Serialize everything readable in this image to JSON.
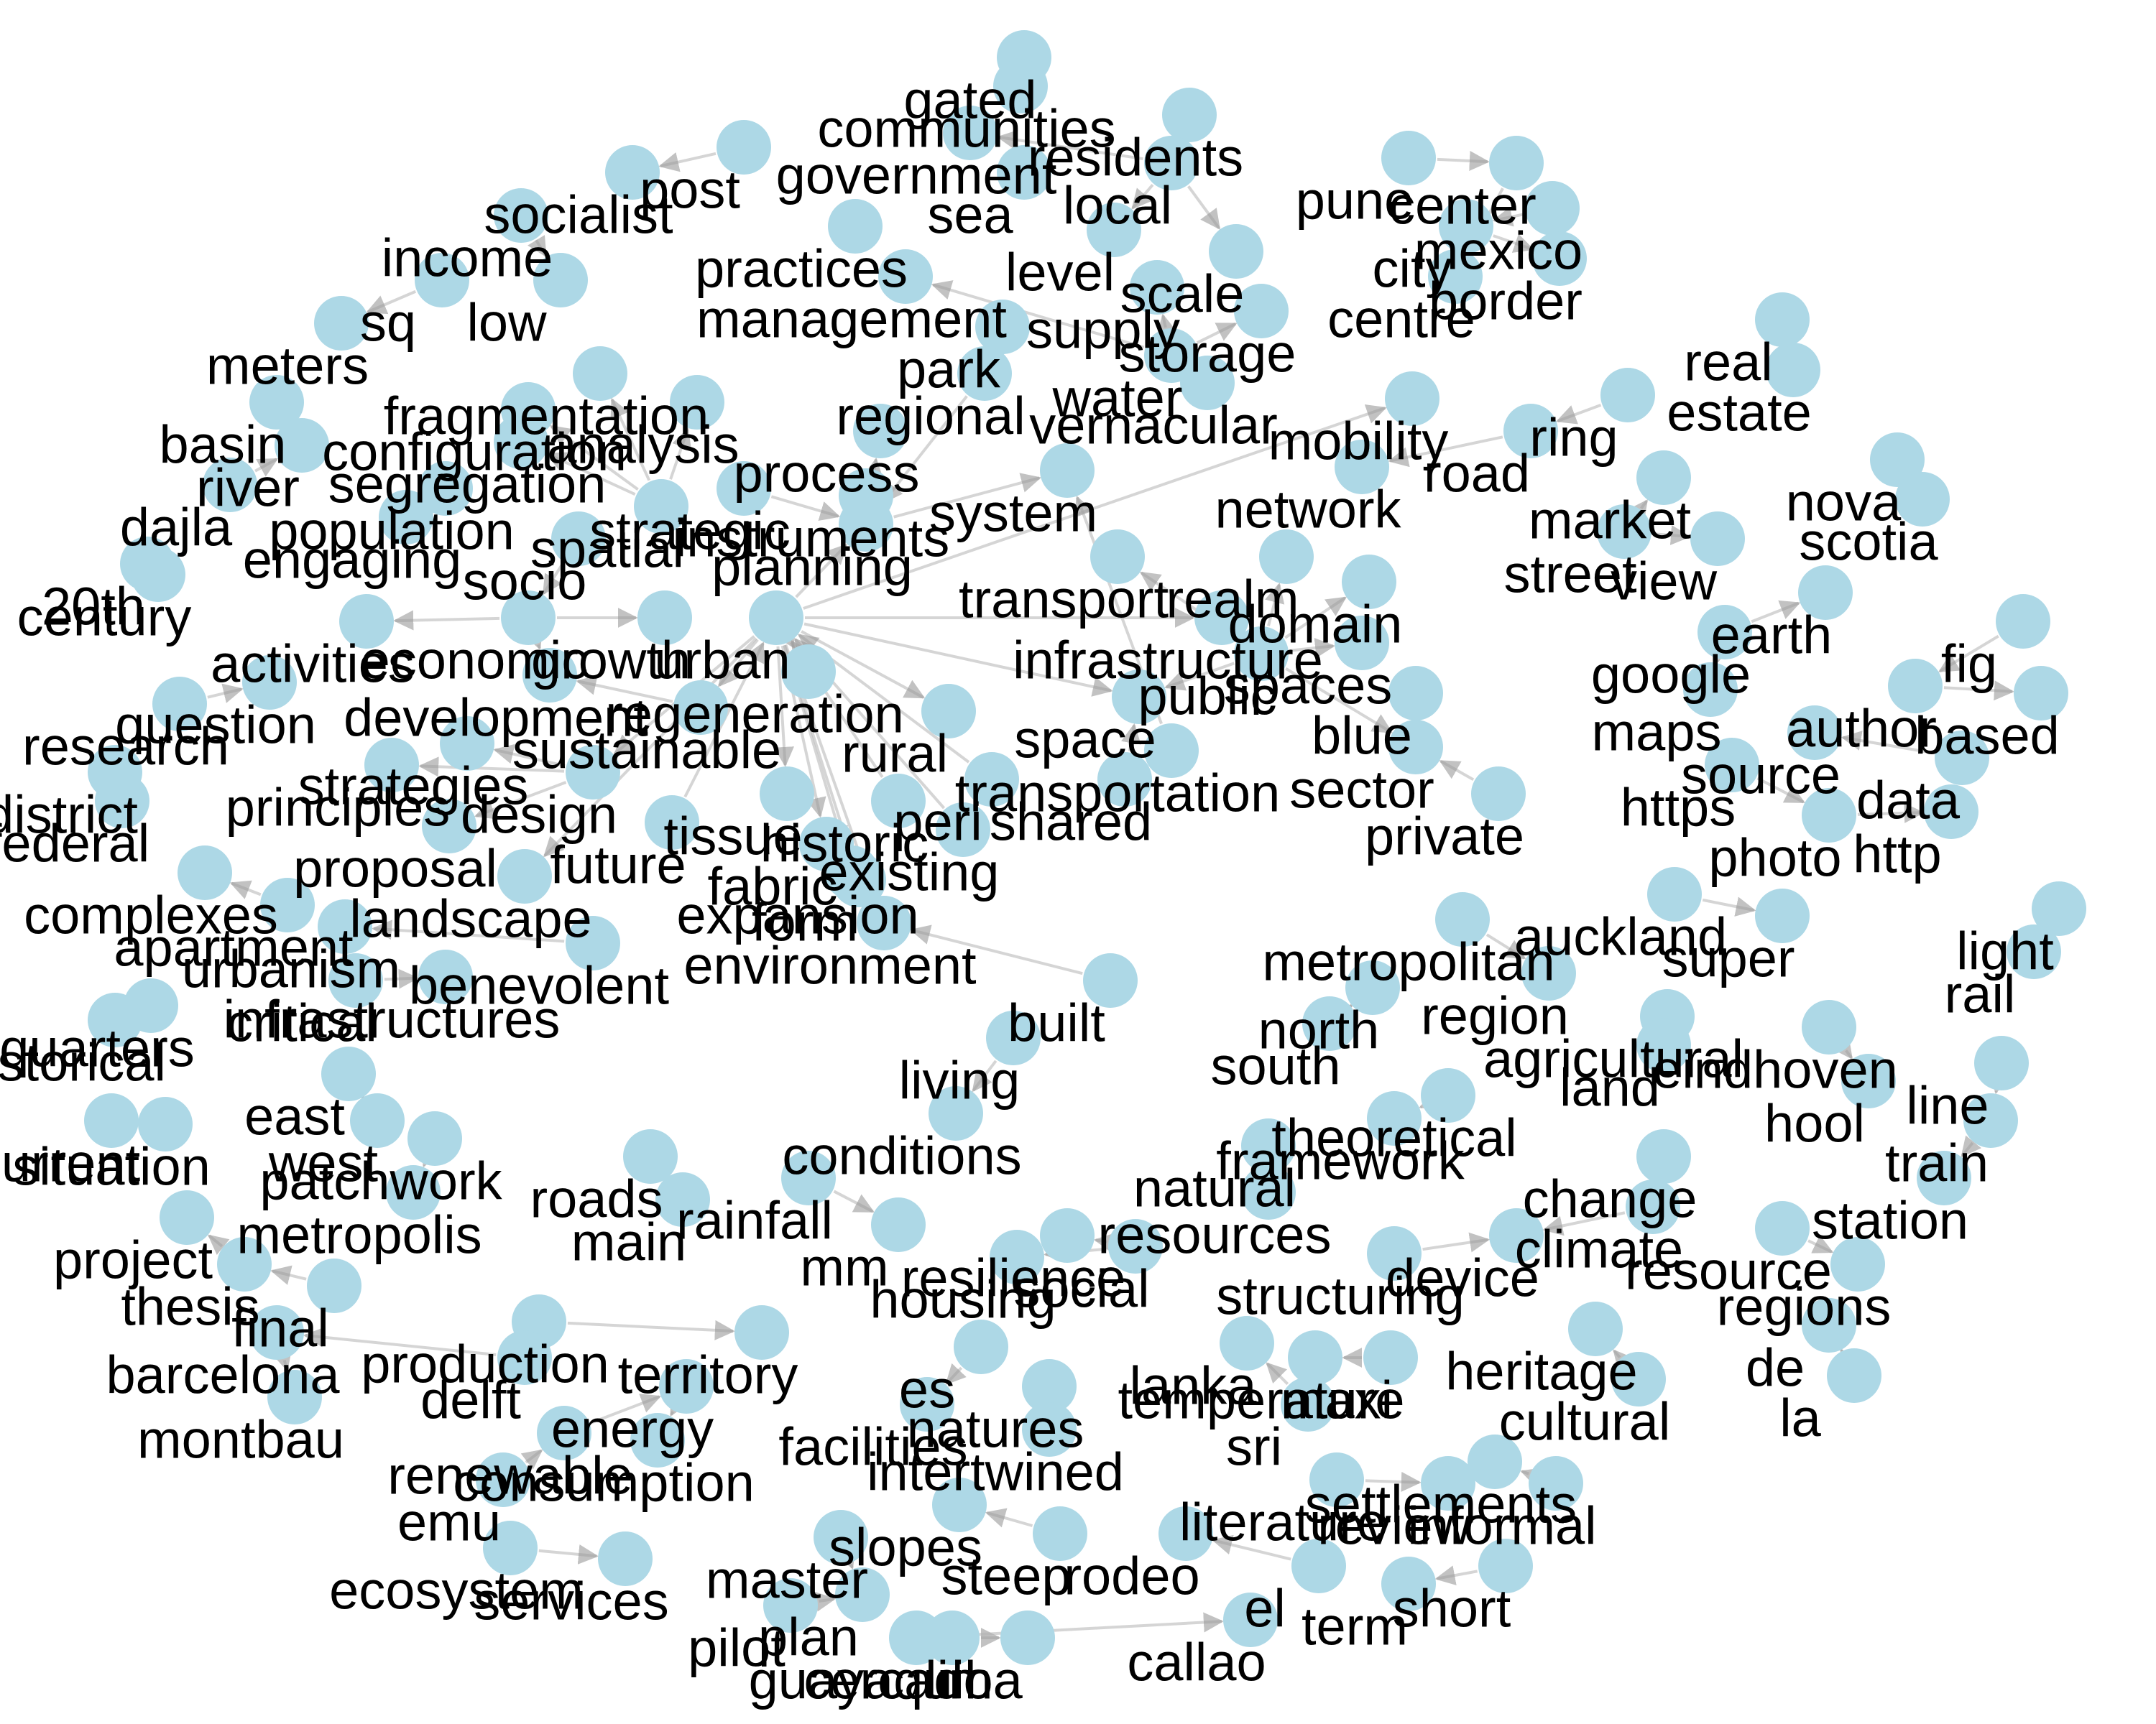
{
  "colors": {
    "background": "#ffffff",
    "node": "#add8e6",
    "edge": "#b3b3b3",
    "arrow": "#9a9a9a",
    "label": "#000000"
  },
  "chart_data": {
    "type": "network",
    "directed": true,
    "nodes": [
      "gated",
      "communities",
      "residents",
      "post",
      "government",
      "local",
      "sea",
      "socialist",
      "pune",
      "center",
      "mexico",
      "city",
      "border",
      "centre",
      "income",
      "practices",
      "level",
      "scale",
      "sq",
      "low",
      "management",
      "supply",
      "storage",
      "real",
      "estate",
      "meters",
      "park",
      "regional",
      "water",
      "vernacular",
      "mobility",
      "ring",
      "road",
      "basin",
      "fragmentation",
      "configuration",
      "analysis",
      "process",
      "river",
      "segregation",
      "nova",
      "scotia",
      "market",
      "dajla",
      "population",
      "strategic",
      "system",
      "instruments",
      "network",
      "engaging",
      "spatial",
      "planning",
      "socio",
      "street",
      "view",
      "20th",
      "century",
      "transport",
      "realm",
      "domain",
      "earth",
      "activities",
      "economic",
      "growth",
      "infrastructure",
      "google",
      "fig",
      "urban",
      "public",
      "spaces",
      "question",
      "research",
      "development",
      "regeneration",
      "author",
      "maps",
      "based",
      "blue",
      "sustainable",
      "space",
      "rural",
      "source",
      "district",
      "principles",
      "strategies",
      "design",
      "transportation",
      "sector",
      "data",
      "https",
      "federal",
      "tissue",
      "historic",
      "peri",
      "shared",
      "private",
      "photo",
      "http",
      "proposal",
      "future",
      "fabric",
      "existing",
      "complexes",
      "landscape",
      "expansion",
      "form",
      "apartment",
      "auckland",
      "metropolitan",
      "super",
      "light",
      "rail",
      "urbanism",
      "benevolent",
      "environment",
      "infrastructures",
      "critical",
      "built",
      "region",
      "north",
      "quarters",
      "historical",
      "south",
      "agricultural",
      "land",
      "eindhoven",
      "living",
      "east",
      "hool",
      "line",
      "theoretical",
      "framework",
      "conditions",
      "current",
      "situation",
      "west",
      "patchwork",
      "natural",
      "train",
      "roads",
      "main",
      "rainfall",
      "change",
      "station",
      "metropolis",
      "resources",
      "climate",
      "project",
      "mm",
      "resilience",
      "social",
      "housing",
      "device",
      "resource",
      "structuring",
      "thesis",
      "final",
      "regions",
      "production",
      "barcelona",
      "delft",
      "territory",
      "heritage",
      "de",
      "la",
      "es",
      "lanka",
      "temperature",
      "cultural",
      "maxi",
      "montbau",
      "energy",
      "natures",
      "facilities",
      "sri",
      "renewable",
      "consumption",
      "intertwined",
      "emu",
      "settlements",
      "literature",
      "review",
      "informal",
      "slopes",
      "master",
      "ecosystem",
      "services",
      "steep",
      "rodeo",
      "plan",
      "el",
      "pilot",
      "short",
      "term",
      "guayaquil",
      "callao",
      "cercado",
      "lima"
    ],
    "edges": [
      [
        "gated",
        "communities"
      ],
      [
        "post",
        "socialist"
      ],
      [
        "mexico",
        "city"
      ],
      [
        "city",
        "border"
      ],
      [
        "pune",
        "center"
      ],
      [
        "center",
        "centre"
      ],
      [
        "income",
        "low"
      ],
      [
        "sq",
        "meters"
      ],
      [
        "water",
        "supply"
      ],
      [
        "water",
        "storage"
      ],
      [
        "water",
        "management"
      ],
      [
        "local",
        "scale"
      ],
      [
        "local",
        "level"
      ],
      [
        "local",
        "government"
      ],
      [
        "real",
        "estate"
      ],
      [
        "ring",
        "road"
      ],
      [
        "road",
        "network"
      ],
      [
        "river",
        "basin"
      ],
      [
        "dajla",
        "river"
      ],
      [
        "spatial",
        "fragmentation"
      ],
      [
        "spatial",
        "configuration"
      ],
      [
        "spatial",
        "analysis"
      ],
      [
        "spatial",
        "segregation"
      ],
      [
        "planning",
        "process"
      ],
      [
        "planning",
        "system"
      ],
      [
        "planning",
        "instruments"
      ],
      [
        "strategic",
        "planning"
      ],
      [
        "regional",
        "planning"
      ],
      [
        "urban",
        "planning"
      ],
      [
        "nova",
        "scotia"
      ],
      [
        "street",
        "view"
      ],
      [
        "street",
        "market"
      ],
      [
        "20th",
        "century"
      ],
      [
        "public",
        "realm"
      ],
      [
        "public",
        "domain"
      ],
      [
        "public",
        "spaces"
      ],
      [
        "public",
        "space"
      ],
      [
        "public",
        "transport"
      ],
      [
        "public",
        "sector"
      ],
      [
        "public",
        "infrastructure"
      ],
      [
        "private",
        "sector"
      ],
      [
        "google",
        "earth"
      ],
      [
        "google",
        "maps"
      ],
      [
        "economic",
        "growth"
      ],
      [
        "economic",
        "activities"
      ],
      [
        "economic",
        "development"
      ],
      [
        "urban",
        "regeneration"
      ],
      [
        "urban",
        "infrastructure"
      ],
      [
        "urban",
        "tissue"
      ],
      [
        "urban",
        "fabric"
      ],
      [
        "urban",
        "expansion"
      ],
      [
        "urban",
        "form"
      ],
      [
        "urban",
        "design"
      ],
      [
        "urban",
        "landscape"
      ],
      [
        "urban",
        "environment"
      ],
      [
        "urban",
        "space"
      ],
      [
        "urban",
        "rural"
      ],
      [
        "urban",
        "sustainable"
      ],
      [
        "socio",
        "economic"
      ],
      [
        "sustainable",
        "development"
      ],
      [
        "research",
        "question"
      ],
      [
        "design",
        "principles"
      ],
      [
        "design",
        "strategies"
      ],
      [
        "design",
        "proposal"
      ],
      [
        "shared",
        "space"
      ],
      [
        "peri",
        "urban"
      ],
      [
        "historic",
        "urban"
      ],
      [
        "existing",
        "urban"
      ],
      [
        "future",
        "urban"
      ],
      [
        "built",
        "environment"
      ],
      [
        "living",
        "conditions"
      ],
      [
        "benevolent",
        "urbanism"
      ],
      [
        "critical",
        "infrastructures"
      ],
      [
        "apartment",
        "complexes"
      ],
      [
        "data",
        "source"
      ],
      [
        "author",
        "based"
      ],
      [
        "fig",
        "author"
      ],
      [
        "photo",
        "http"
      ],
      [
        "https",
        "photo"
      ],
      [
        "auckland",
        "super"
      ],
      [
        "metropolitan",
        "region"
      ],
      [
        "light",
        "rail"
      ],
      [
        "north",
        "south"
      ],
      [
        "agricultural",
        "land"
      ],
      [
        "eindhoven",
        "hool"
      ],
      [
        "train",
        "station"
      ],
      [
        "line",
        "train"
      ],
      [
        "theoretical",
        "framework"
      ],
      [
        "east",
        "west"
      ],
      [
        "current",
        "situation"
      ],
      [
        "patchwork",
        "metropolis"
      ],
      [
        "main",
        "roads"
      ],
      [
        "rainfall",
        "mm"
      ],
      [
        "climate",
        "change"
      ],
      [
        "climate",
        "device"
      ],
      [
        "natural",
        "resources"
      ],
      [
        "social",
        "resilience"
      ],
      [
        "social",
        "housing"
      ],
      [
        "structuring",
        "device"
      ],
      [
        "final",
        "thesis"
      ],
      [
        "thesis",
        "project"
      ],
      [
        "resource",
        "regions"
      ],
      [
        "production",
        "territory"
      ],
      [
        "barcelona",
        "montbau"
      ],
      [
        "delft",
        "barcelona"
      ],
      [
        "de",
        "la"
      ],
      [
        "sri",
        "lanka"
      ],
      [
        "maxi",
        "temperature"
      ],
      [
        "cultural",
        "heritage"
      ],
      [
        "renewable",
        "energy"
      ],
      [
        "energy",
        "consumption"
      ],
      [
        "es",
        "facilities"
      ],
      [
        "intertwined",
        "natures"
      ],
      [
        "emu",
        "renewable"
      ],
      [
        "informal",
        "settlements"
      ],
      [
        "literature",
        "review"
      ],
      [
        "steep",
        "slopes"
      ],
      [
        "master",
        "plan"
      ],
      [
        "ecosystem",
        "services"
      ],
      [
        "pilot",
        "plan"
      ],
      [
        "el",
        "rodeo"
      ],
      [
        "short",
        "term"
      ],
      [
        "cercado",
        "lima"
      ],
      [
        "guayaquil",
        "callao"
      ],
      [
        "urban",
        "mobility"
      ],
      [
        "transportation",
        "system"
      ],
      [
        "federal",
        "district"
      ]
    ]
  }
}
